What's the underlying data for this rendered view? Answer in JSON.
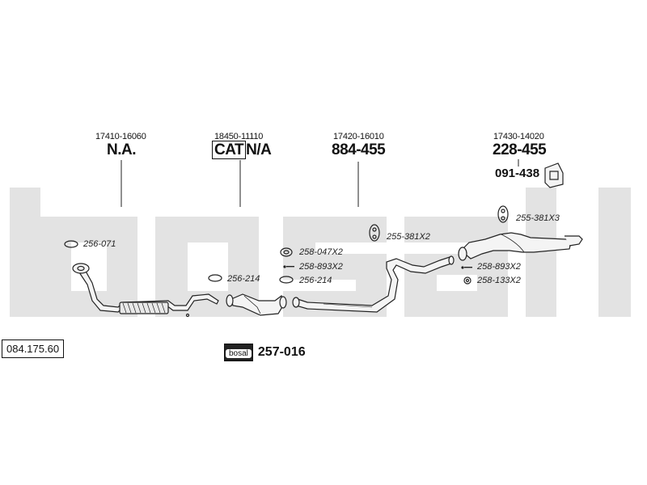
{
  "watermark": "bosal",
  "reference_number": "084.175.60",
  "groups": [
    {
      "oem": "17410-16060",
      "main": "N.A."
    },
    {
      "oem": "18450-11110",
      "cat_label": "CAT",
      "main": "N/A"
    },
    {
      "oem": "17420-16010",
      "main": "884-455"
    },
    {
      "oem": "17430-14020",
      "main": "228-455",
      "sub": "091-438"
    }
  ],
  "parts": {
    "gasket_front": "256-071",
    "gasket_cat_left": "256-214",
    "gasket_cat_right": "256-214",
    "clamp": "258-047X2",
    "bolt_mid": "258-893X2",
    "hanger_mid": "255-381X2",
    "hanger_rear": "255-381X3",
    "bolt_rear": "258-893X2",
    "spring_rear": "258-133X2"
  },
  "kit": {
    "badge": "bosal",
    "number": "257-016"
  },
  "colors": {
    "watermark": "#e3e3e3",
    "line": "#222222",
    "pipe_fill": "#f4f4f4"
  }
}
